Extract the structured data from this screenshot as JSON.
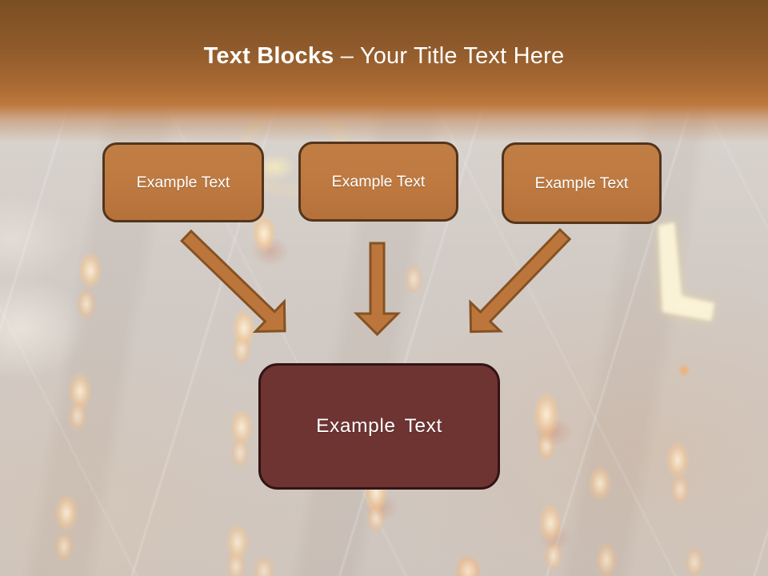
{
  "slide": {
    "title_bold": "Text Blocks",
    "title_regular": " – Your Title Text Here",
    "blocks": [
      {
        "id": "top-left",
        "label": "Example Text"
      },
      {
        "id": "top-middle",
        "label": "Example Text"
      },
      {
        "id": "top-right",
        "label": "Example Text"
      },
      {
        "id": "center",
        "label": "Example Text"
      }
    ],
    "arrows": [
      {
        "id": "arrow-left",
        "direction": "down-right"
      },
      {
        "id": "arrow-middle",
        "direction": "down"
      },
      {
        "id": "arrow-right",
        "direction": "down-left"
      }
    ],
    "background": "faded photo of hotel balconies with warm lights and glowing signage letters O and L"
  },
  "colors": {
    "header-top": "#7a4e23",
    "header-mid": "#a96a33",
    "header-bottom": "#bd773c",
    "title-text": "#ffffff",
    "box-fill": "#bd7940",
    "box-border": "#53351c",
    "box-text": "#ffffff",
    "center-fill": "#6e3432",
    "center-border": "#321414",
    "center-text": "#ffffff",
    "arrow-fill": "#bc763c",
    "arrow-border": "#855223",
    "bg-base": "#cfc9c4"
  }
}
